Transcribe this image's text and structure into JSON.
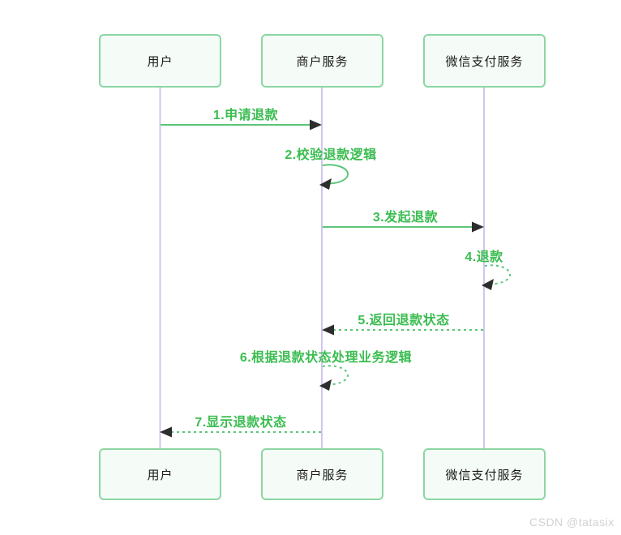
{
  "diagram": {
    "type": "sequence",
    "actors": [
      {
        "name": "用户"
      },
      {
        "name": "商户服务"
      },
      {
        "name": "微信支付服务"
      }
    ],
    "messages": [
      {
        "label": "1.申请退款",
        "from": "用户",
        "to": "商户服务",
        "line": "solid"
      },
      {
        "label": "2.校验退款逻辑",
        "from": "商户服务",
        "to": "商户服务",
        "line": "solid"
      },
      {
        "label": "3.发起退款",
        "from": "商户服务",
        "to": "微信支付服务",
        "line": "solid"
      },
      {
        "label": "4.退款",
        "from": "微信支付服务",
        "to": "微信支付服务",
        "line": "dashed"
      },
      {
        "label": "5.返回退款状态",
        "from": "微信支付服务",
        "to": "商户服务",
        "line": "dashed"
      },
      {
        "label": "6.根据退款状态处理业务逻辑",
        "from": "商户服务",
        "to": "商户服务",
        "line": "dashed"
      },
      {
        "label": "7.显示退款状态",
        "from": "商户服务",
        "to": "用户",
        "line": "dashed"
      }
    ]
  },
  "watermark": "CSDN @tatasix",
  "colors": {
    "message_line": "#5cc579",
    "message_text": "#3bbd51",
    "actor_border": "#8cd6a3",
    "actor_fill": "#f5fcf7",
    "lifeline": "#d1c6ee",
    "arrowhead": "#2d2d2d"
  }
}
